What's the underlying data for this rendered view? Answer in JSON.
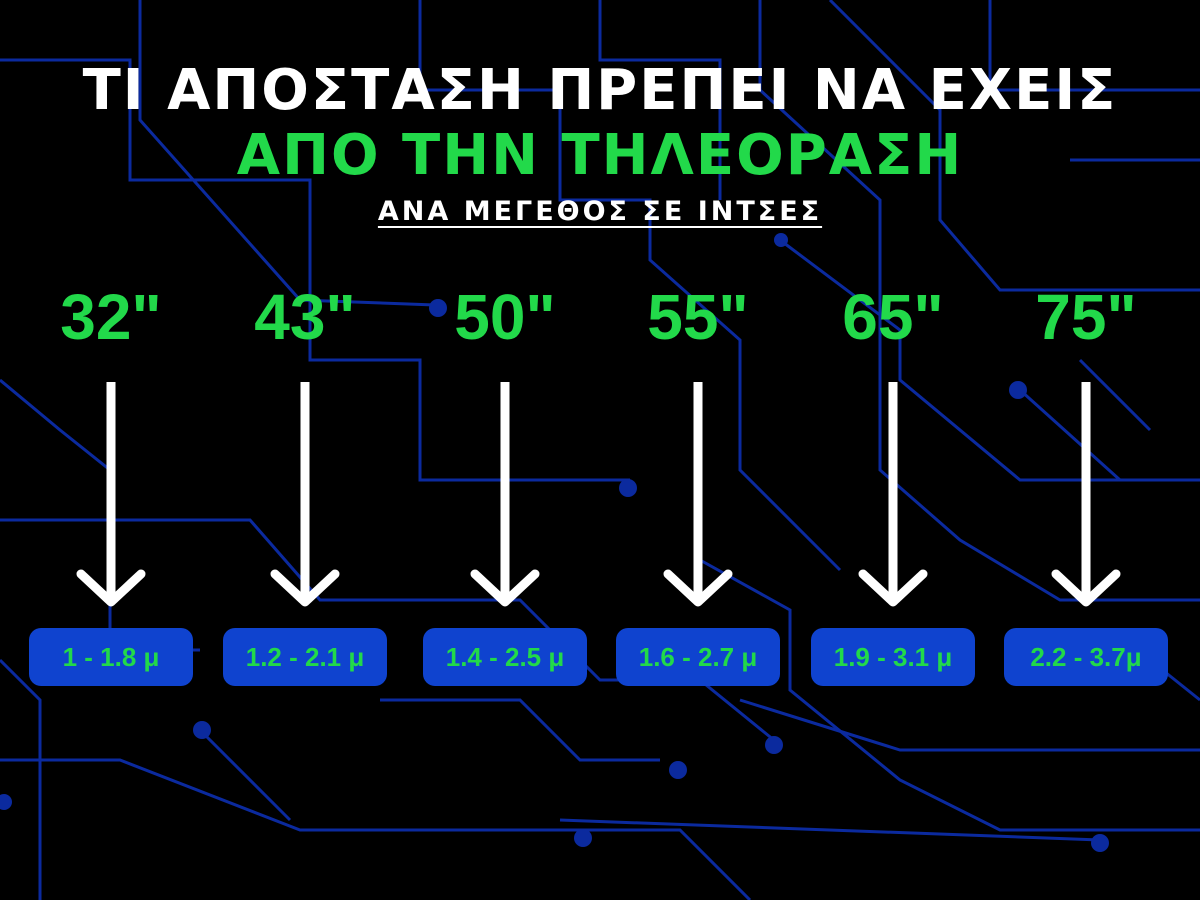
{
  "title": {
    "line1": "ΤΙ ΑΠΟΣΤΑΣΗ ΠΡΕΠΕΙ ΝΑ ΕΧΕΙΣ",
    "line2": "ΑΠΟ ΤΗΝ ΤΗΛΕΟΡΑΣΗ",
    "subtitle": "ΑΝΑ ΜΕΓΕΘΟΣ ΣΕ ΙΝΤΣΕΣ"
  },
  "items": [
    {
      "size": "32\"",
      "distance": "1 - 1.8 μ"
    },
    {
      "size": "43\"",
      "distance": "1.2 - 2.1 μ"
    },
    {
      "size": "50\"",
      "distance": "1.4 - 2.5 μ"
    },
    {
      "size": "55\"",
      "distance": "1.6 - 2.7 μ"
    },
    {
      "size": "65\"",
      "distance": "1.9 - 3.1 μ"
    },
    {
      "size": "75\"",
      "distance": "2.2 - 3.7μ"
    }
  ],
  "colors": {
    "background": "#000000",
    "accent_green": "#22d94a",
    "badge_blue": "#0f43cf",
    "circuit_blue": "#0b2a9e",
    "white": "#ffffff"
  },
  "icons": {
    "arrow": "arrow-down-icon",
    "background": "circuit-board-pattern"
  }
}
